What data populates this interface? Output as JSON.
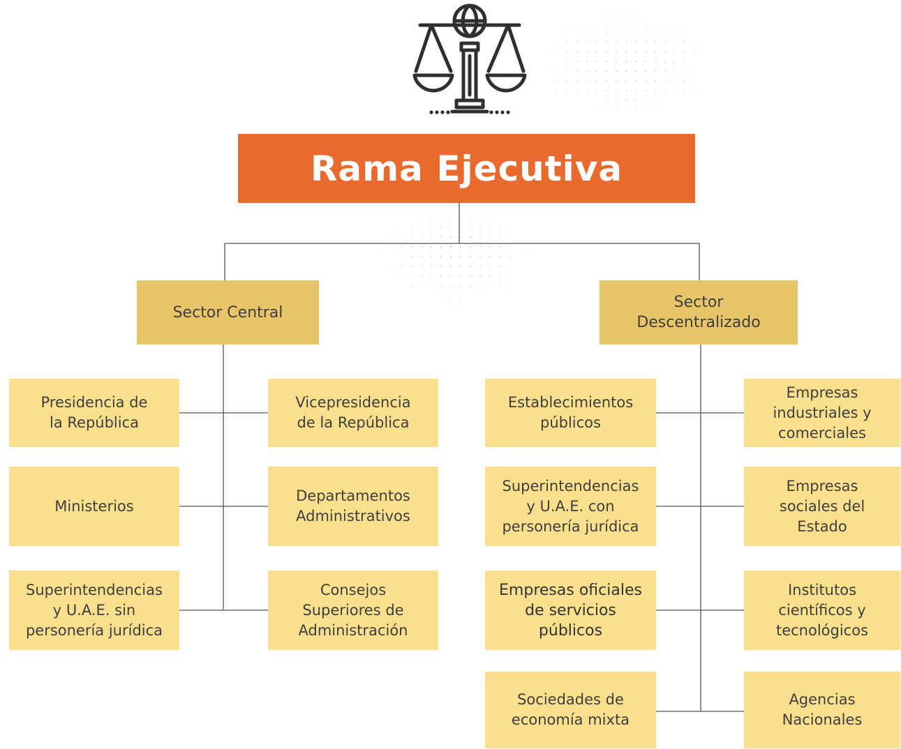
{
  "title": "Rama Ejecutiva",
  "icon": "scales-of-justice-icon",
  "colors": {
    "title_bg": "#e96a2f",
    "sector_bg": "#e9c56a",
    "box_bg": "#fadf8d",
    "line": "#555555"
  },
  "sectors": {
    "central": "Sector Central",
    "decentralized": "Sector\nDescentralizado"
  },
  "central_left": [
    "Presidencia de\nla República",
    "Ministerios",
    "Superintendencias\ny U.A.E. sin\npersonería jurídica"
  ],
  "central_right": [
    "Vicepresidencia\nde la República",
    "Departamentos\nAdministrativos",
    "Consejos\nSuperiores de\nAdministración"
  ],
  "decentral_left": [
    "Establecimientos\npúblicos",
    "Superintendencias\ny U.A.E. con\npersonería jurídica",
    "Empresas oficiales\nde servicios\npúblicos",
    "Sociedades de\neconomía mixta"
  ],
  "decentral_right": [
    "Empresas\nindustriales y\ncomerciales",
    "Empresas\nsociales del\nEstado",
    "Institutos\ncientíficos y\ntecnológicos",
    "Agencias\nNacionales"
  ]
}
